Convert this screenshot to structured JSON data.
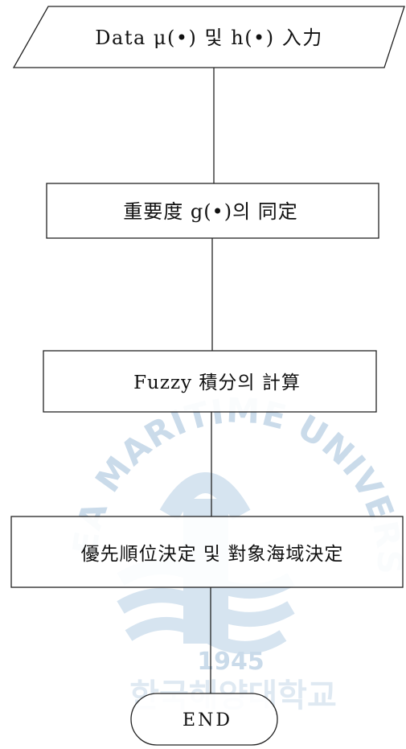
{
  "flowchart": {
    "input_step": "Data μ(•)  및  h(•) 入力",
    "step_importance": "重要度 g(•)의  同定",
    "step_integral": "Fuzzy 積分의  計算",
    "step_priority": "優先順位決定  및  對象海域決定",
    "end": "END"
  },
  "watermark": {
    "arc_text": "KOREA MARITIME UNIVERSITY",
    "year": "1945",
    "korean_text": "한국해양대학교",
    "color": "#b9cfe3"
  }
}
